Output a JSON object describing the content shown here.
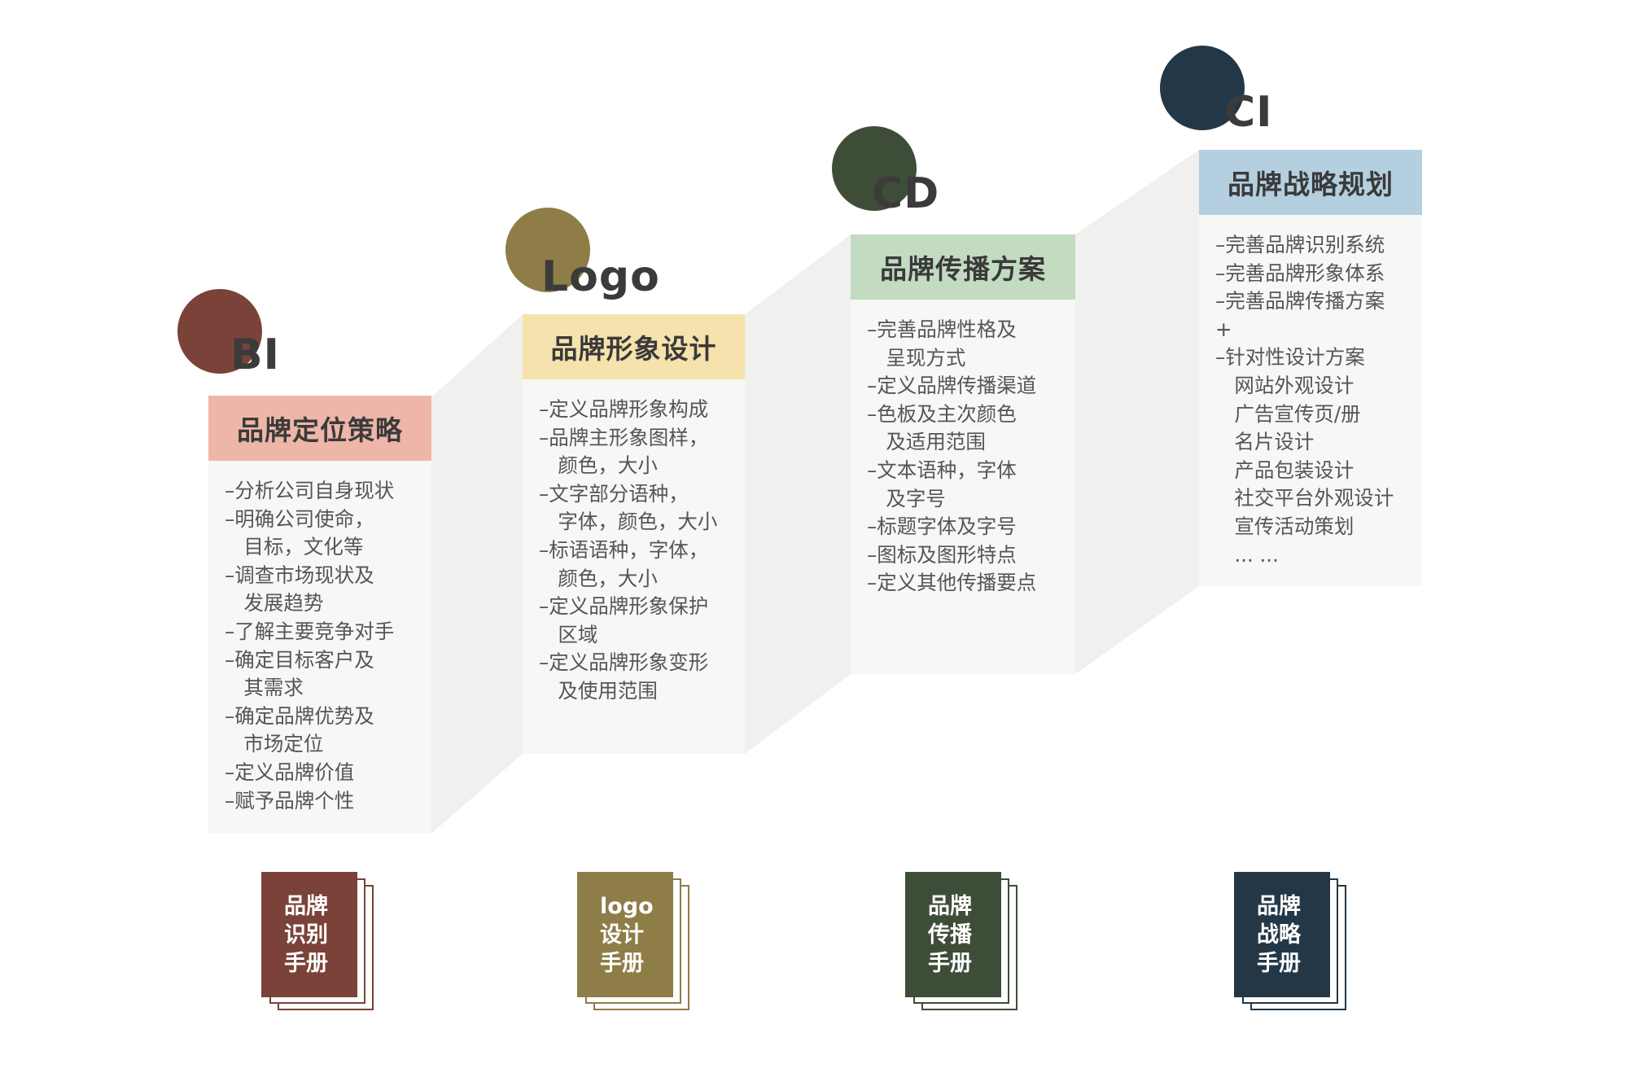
{
  "stages": [
    {
      "id": "bi",
      "abbr": "BI",
      "circle_color": "#7a4238",
      "header_color": "#eeb6a8",
      "title": "品牌定位策略",
      "items": [
        "–分析公司自身现状",
        "–明确公司使命，",
        "   目标，文化等",
        "–调查市场现状及",
        "   发展趋势",
        "–了解主要竞争对手",
        "–确定目标客户及",
        "   其需求",
        "–确定品牌优势及",
        "   市场定位",
        "–定义品牌价值",
        "–赋予品牌个性"
      ],
      "book": {
        "color": "#7a4238",
        "lines": [
          "品牌",
          "识别",
          "手册"
        ]
      }
    },
    {
      "id": "logo",
      "abbr": "Logo",
      "circle_color": "#8e7d46",
      "header_color": "#f6e2ac",
      "title": "品牌形象设计",
      "items": [
        "–定义品牌形象构成",
        "–品牌主形象图样，",
        "   颜色，大小",
        "–文字部分语种，",
        "   字体，颜色，大小",
        "–标语语种，字体，",
        "   颜色，大小",
        "–定义品牌形象保护",
        "   区域",
        "–定义品牌形象变形",
        "   及使用范围"
      ],
      "book": {
        "color": "#8e7d46",
        "lines": [
          "logo",
          "设计",
          "手册"
        ]
      }
    },
    {
      "id": "cd",
      "abbr": "CD",
      "circle_color": "#3e4d38",
      "header_color": "#c3dbc0",
      "title": "品牌传播方案",
      "items": [
        "–完善品牌性格及",
        "   呈现方式",
        "–定义品牌传播渠道",
        "–色板及主次颜色",
        "   及适用范围",
        "–文本语种，字体",
        "   及字号",
        "–标题字体及字号",
        "–图标及图形特点",
        "–定义其他传播要点"
      ],
      "book": {
        "color": "#3e4d38",
        "lines": [
          "品牌",
          "传播",
          "手册"
        ]
      }
    },
    {
      "id": "ci",
      "abbr": "CI",
      "circle_color": "#243746",
      "header_color": "#b4cfe0",
      "title": "品牌战略规划",
      "items": [
        "–完善品牌识别系统",
        "–完善品牌形象体系",
        "–完善品牌传播方案",
        "+",
        "–针对性设计方案",
        "   网站外观设计",
        "   广告宣传页/册",
        "   名片设计",
        "   产品包装设计",
        "   社交平台外观设计",
        "   宣传活动策划",
        "   ... ..."
      ],
      "book": {
        "color": "#243746",
        "lines": [
          "品牌",
          "战略",
          "手册"
        ]
      }
    }
  ]
}
